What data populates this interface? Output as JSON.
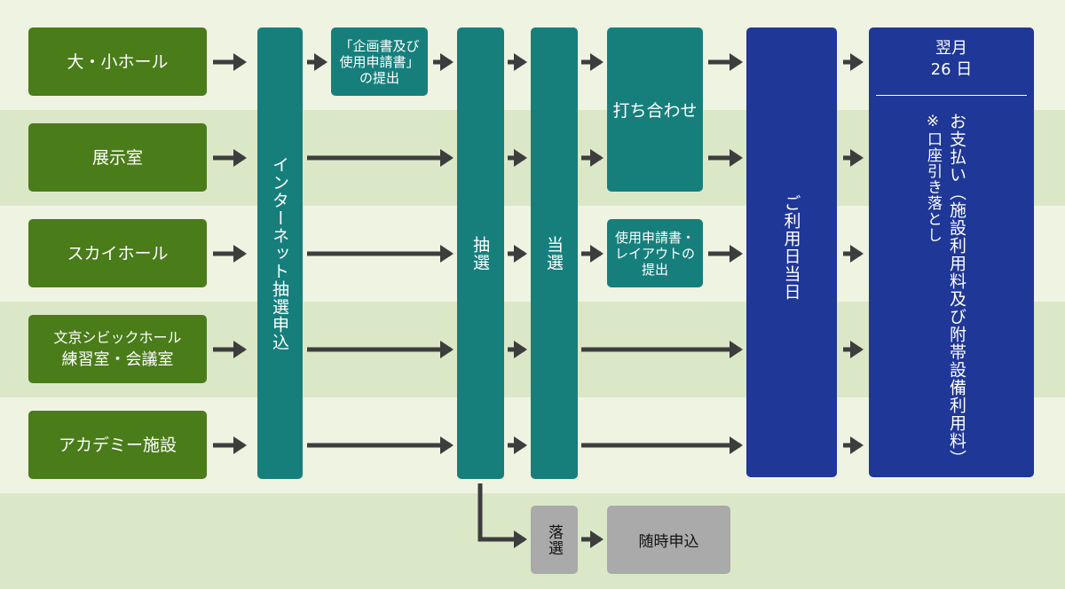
{
  "colors": {
    "band_light": "#eef3e2",
    "band_dark": "#dbe8c8",
    "facility_green": "#4a7c1a",
    "teal": "#167f7c",
    "navy": "#1f3796",
    "gray": "#aaaaaa",
    "arrow": "#3d3d3d"
  },
  "facilities": [
    {
      "line1": "大・小ホール",
      "line2": ""
    },
    {
      "line1": "展示室",
      "line2": ""
    },
    {
      "line1": "スカイホール",
      "line2": ""
    },
    {
      "line1": "文京シビックホール",
      "line2": "練習室・会議室"
    },
    {
      "line1": "アカデミー施設",
      "line2": ""
    }
  ],
  "internet_apply": "インターネット抽選申込",
  "plan_doc": {
    "line1": "「企画書及び",
    "line2": "使用申請書」",
    "line3": "の提出"
  },
  "lottery": "抽選",
  "winning": "当選",
  "meeting": "打ち合わせ",
  "layout_doc": {
    "line1": "使用申請書・",
    "line2": "レイアウトの",
    "line3": "提出"
  },
  "usage_day": "ご利用日当日",
  "payment": {
    "when_line1": "翌月",
    "when_line2": "26 日",
    "main": "お支払い（施設利用料及び附帯設備利用料）",
    "note": "※口座引き落とし"
  },
  "lost": "落選",
  "walk_in": "随時申込"
}
